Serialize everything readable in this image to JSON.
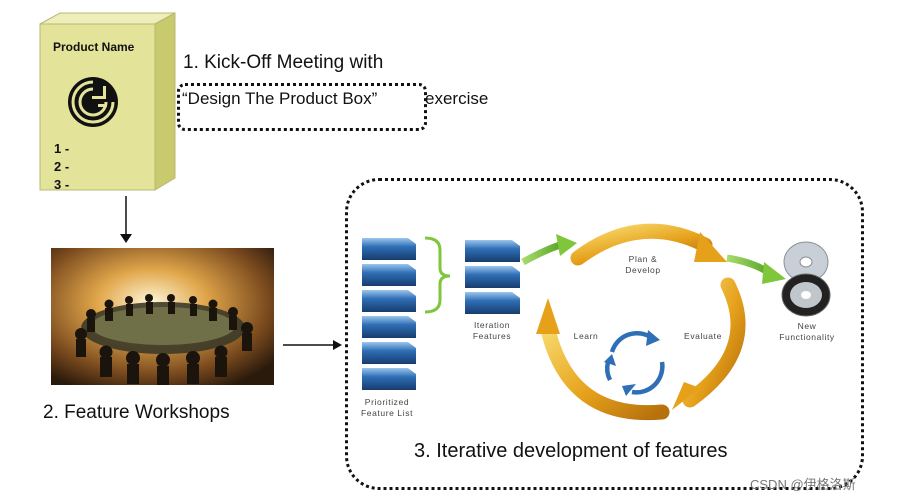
{
  "product_box": {
    "name": "Product Name",
    "items": [
      "1 -",
      "2 -",
      "3 -"
    ]
  },
  "step1": {
    "title": "1. Kick-Off Meeting with",
    "quote": "“Design The Product Box”",
    "suffix": "exercise"
  },
  "step2": {
    "title": "2. Feature Workshops"
  },
  "step3": {
    "title": "3. Iterative development of features"
  },
  "cycle": {
    "prioritized": [
      "Prioritized",
      "Feature List"
    ],
    "iteration": [
      "Iteration",
      "Features"
    ],
    "plan": [
      "Plan &",
      "Develop"
    ],
    "learn": "Learn",
    "evaluate": "Evaluate",
    "new_functionality": [
      "New",
      "Functionality"
    ]
  },
  "watermark": "CSDN @伊格洛斯",
  "colors": {
    "box_face": "#e3e39a",
    "box_side": "#c9c96e",
    "book_blue": "#2f6fb6",
    "arrow_green": "#7fc63b",
    "cycle_orange": "#e6a11b"
  }
}
